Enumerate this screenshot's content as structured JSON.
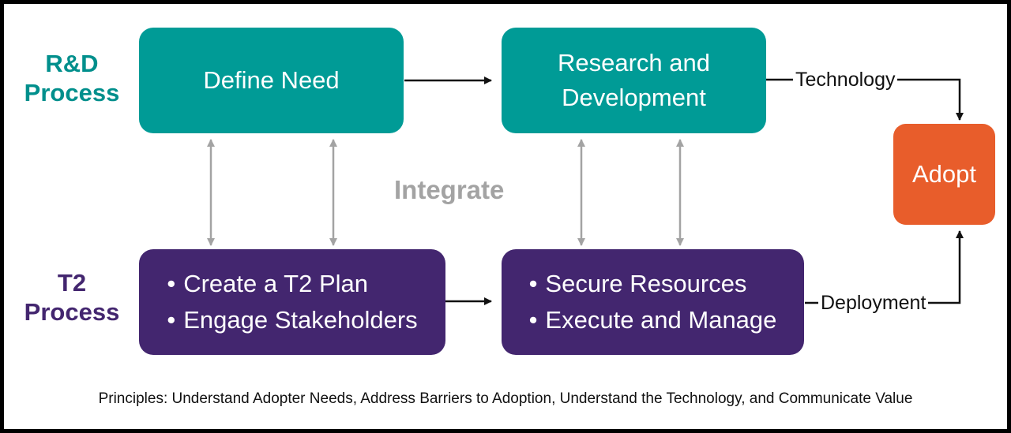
{
  "rows": {
    "rd": {
      "label_line1": "R&D",
      "label_line2": "Process",
      "color": "#008f8c"
    },
    "t2": {
      "label_line1": "T2",
      "label_line2": "Process",
      "color": "#43266f"
    }
  },
  "boxes": {
    "define_need": {
      "text": "Define Need",
      "color": "#009b96"
    },
    "research": {
      "line1": "Research and",
      "line2": "Development",
      "color": "#009b96"
    },
    "t2_plan": {
      "items": [
        "Create a T2 Plan",
        "Engage Stakeholders"
      ],
      "color": "#43266f"
    },
    "secure": {
      "items": [
        "Secure Resources",
        "Execute and Manage"
      ],
      "color": "#43266f"
    },
    "adopt": {
      "text": "Adopt",
      "color": "#e85d2b"
    }
  },
  "labels": {
    "integrate": "Integrate",
    "technology": "Technology",
    "deployment": "Deployment"
  },
  "footer": "Principles: Understand Adopter Needs,  Address Barriers to Adoption, Understand the Technology, and Communicate Value"
}
